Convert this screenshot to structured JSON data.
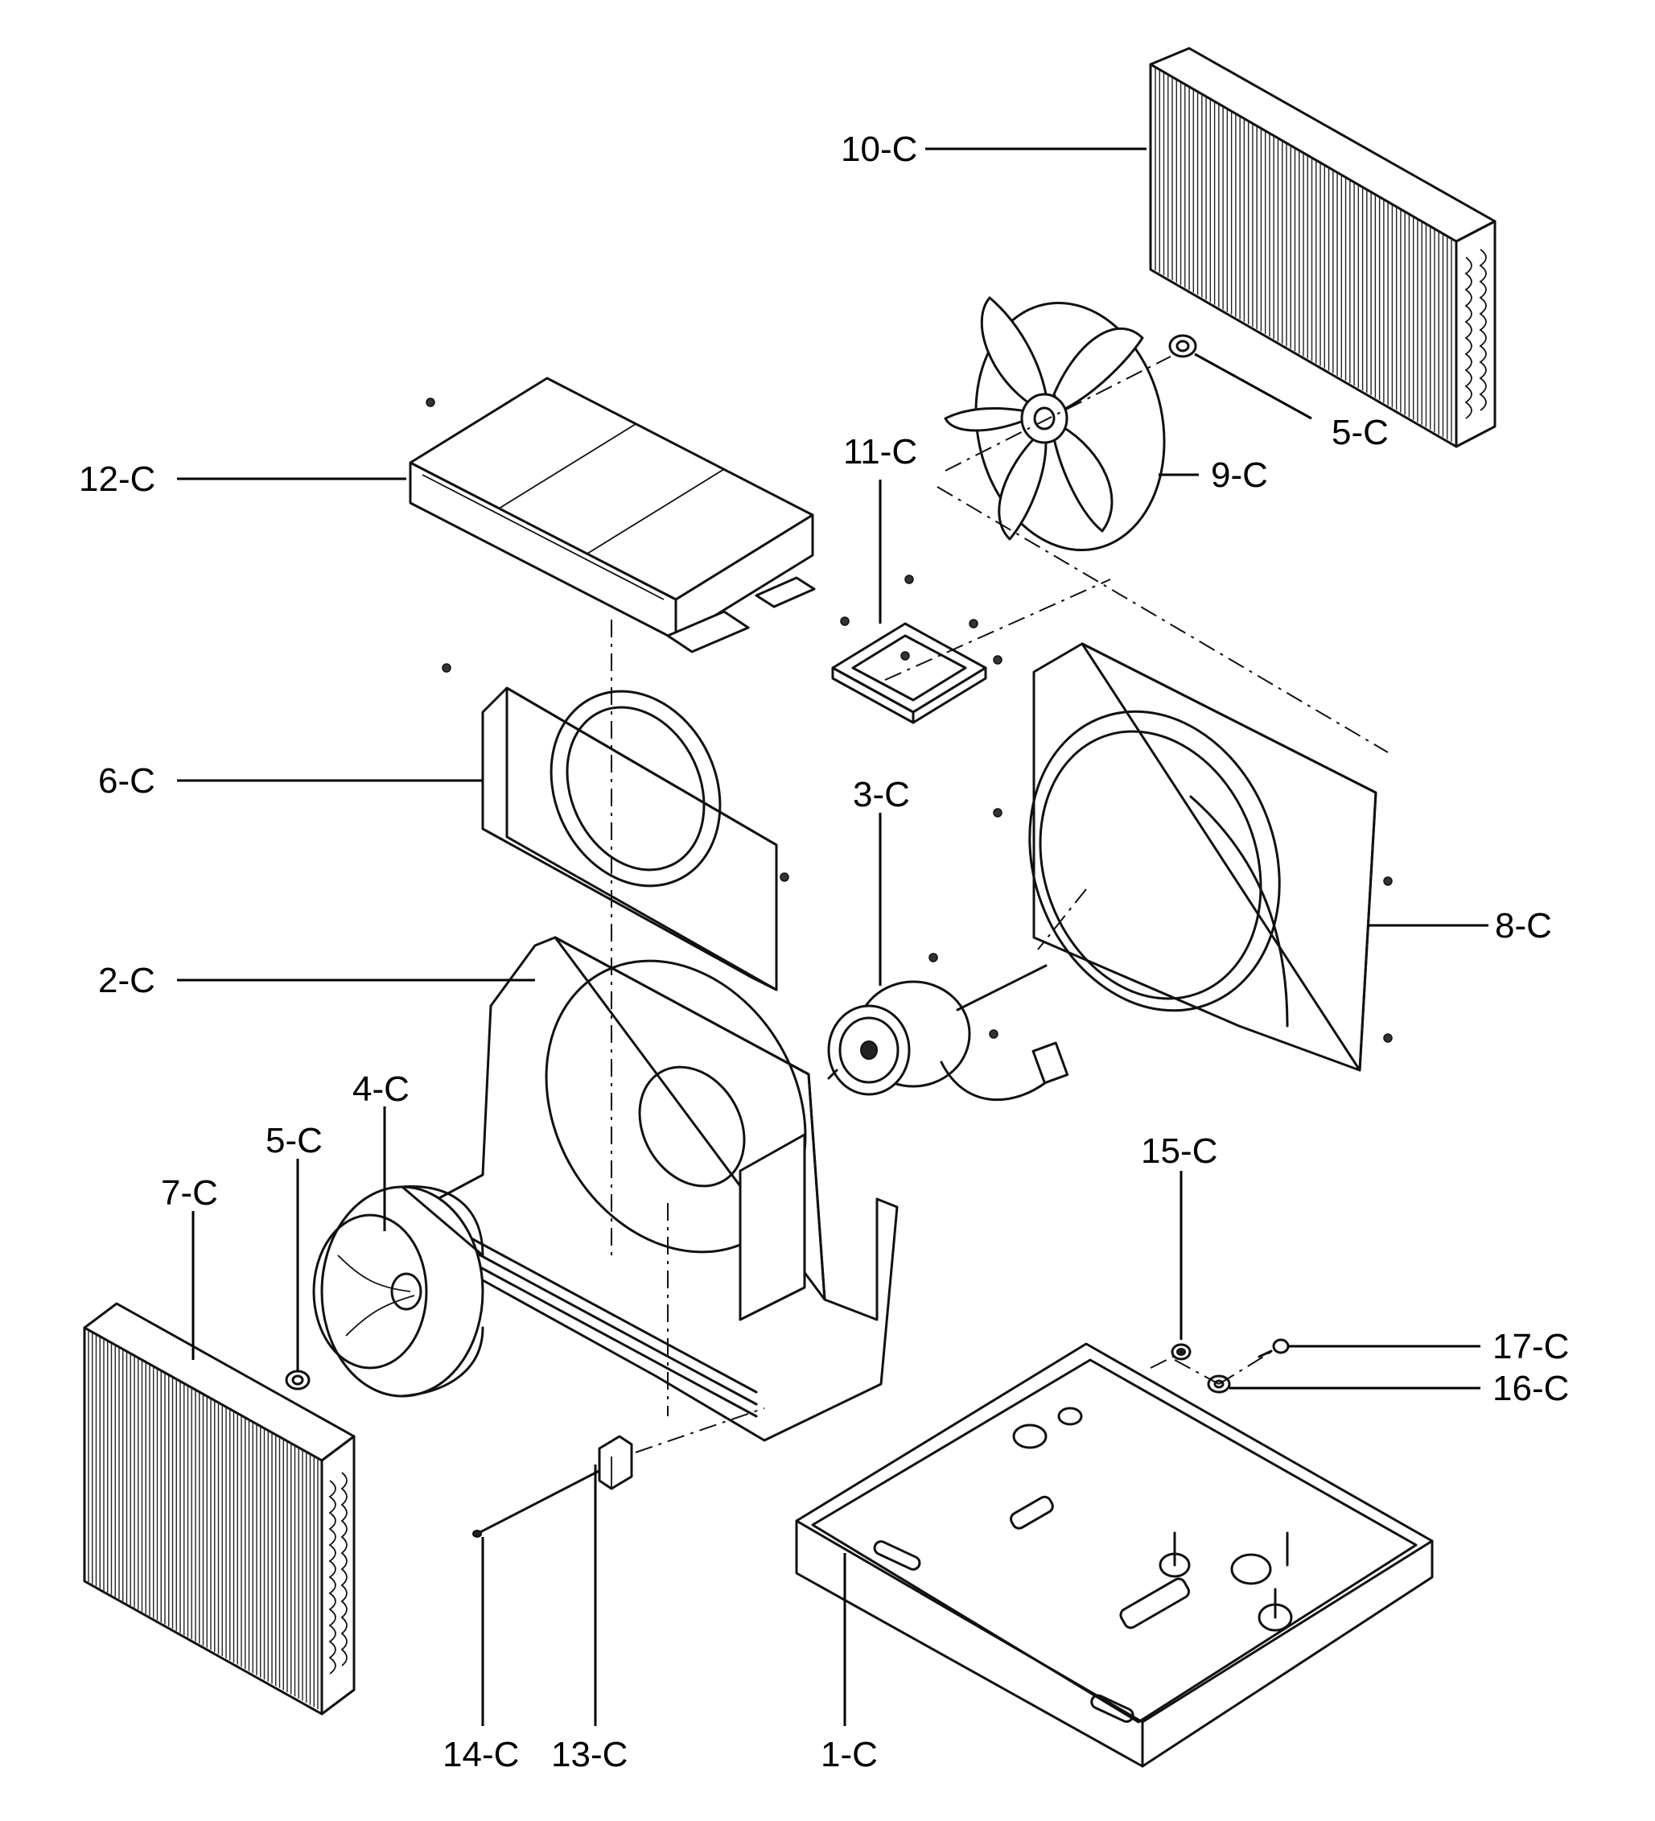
{
  "labels": [
    {
      "id": "10",
      "text": "10-C"
    },
    {
      "id": "5a",
      "text": "5-C"
    },
    {
      "id": "12",
      "text": "12-C"
    },
    {
      "id": "11",
      "text": "11-C"
    },
    {
      "id": "9",
      "text": "9-C"
    },
    {
      "id": "6",
      "text": "6-C"
    },
    {
      "id": "3",
      "text": "3-C"
    },
    {
      "id": "8",
      "text": "8-C"
    },
    {
      "id": "2",
      "text": "2-C"
    },
    {
      "id": "4",
      "text": "4-C"
    },
    {
      "id": "5b",
      "text": "5-C"
    },
    {
      "id": "7",
      "text": "7-C"
    },
    {
      "id": "15",
      "text": "15-C"
    },
    {
      "id": "17",
      "text": "17-C"
    },
    {
      "id": "16",
      "text": "16-C"
    },
    {
      "id": "14",
      "text": "14-C"
    },
    {
      "id": "13",
      "text": "13-C"
    },
    {
      "id": "1",
      "text": "1-C"
    }
  ]
}
